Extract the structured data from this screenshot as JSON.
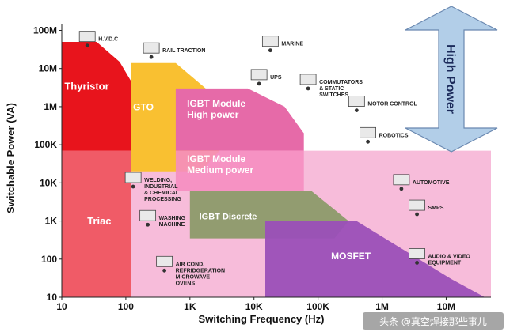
{
  "chart_data": {
    "type": "area",
    "xlabel": "Switching Frequency (Hz)",
    "ylabel": "Switchable Power (VA)",
    "x_scale": "log",
    "y_scale": "log",
    "xlim": [
      10,
      50000000
    ],
    "ylim": [
      10,
      150000000
    ],
    "x_ticks": [
      {
        "value": 10,
        "label": "10"
      },
      {
        "value": 100,
        "label": "100"
      },
      {
        "value": 1000,
        "label": "1K"
      },
      {
        "value": 10000,
        "label": "10K"
      },
      {
        "value": 100000,
        "label": "100K"
      },
      {
        "value": 1000000,
        "label": "1M"
      },
      {
        "value": 10000000,
        "label": "10M"
      }
    ],
    "y_ticks": [
      {
        "value": 10,
        "label": "10"
      },
      {
        "value": 100,
        "label": "100"
      },
      {
        "value": 1000,
        "label": "1K"
      },
      {
        "value": 10000,
        "label": "10K"
      },
      {
        "value": 100000,
        "label": "100K"
      },
      {
        "value": 1000000,
        "label": "1M"
      },
      {
        "value": 10000000,
        "label": "10M"
      },
      {
        "value": 100000000,
        "label": "100M"
      }
    ],
    "regions": [
      {
        "key": "low-power-band",
        "label": "",
        "color": "#f7b8d8",
        "opacity": 0.95,
        "polygon": [
          [
            10,
            10
          ],
          [
            50000000,
            10
          ],
          [
            50000000,
            70000
          ],
          [
            10,
            70000
          ]
        ]
      },
      {
        "key": "triac",
        "label": "Triac",
        "color": "#ee4a52",
        "opacity": 0.85,
        "label_at": [
          25,
          800
        ],
        "label_size": 13,
        "polygon": [
          [
            10,
            10
          ],
          [
            120,
            10
          ],
          [
            120,
            70000
          ],
          [
            10,
            70000
          ]
        ]
      },
      {
        "key": "thyristor",
        "label": "Thyristor",
        "color": "#e8141c",
        "opacity": 1,
        "label_at": [
          11,
          2800000
        ],
        "label_size": 13,
        "polygon": [
          [
            10,
            70000
          ],
          [
            10,
            50000000
          ],
          [
            35,
            50000000
          ],
          [
            80,
            15000000
          ],
          [
            150,
            2500000
          ],
          [
            140,
            70000
          ]
        ]
      },
      {
        "key": "gto",
        "label": "GTO",
        "color": "#f9c031",
        "opacity": 1,
        "label_at": [
          130,
          800000
        ],
        "label_size": 12,
        "polygon": [
          [
            120,
            14000000
          ],
          [
            600,
            14000000
          ],
          [
            2000,
            2500000
          ],
          [
            3500,
            500000
          ],
          [
            3500,
            100000
          ],
          [
            1500,
            20000
          ],
          [
            120,
            20000
          ]
        ]
      },
      {
        "key": "igbt-high",
        "label": "IGBT Module\nHigh power",
        "color": "#e66aa8",
        "opacity": 1,
        "label_at": [
          900,
          1000000
        ],
        "label_size": 12,
        "label_color": "#ffffff",
        "polygon": [
          [
            600,
            3000000
          ],
          [
            8000,
            3000000
          ],
          [
            30000,
            1000000
          ],
          [
            60000,
            200000
          ],
          [
            60000,
            70000
          ],
          [
            600,
            70000
          ]
        ]
      },
      {
        "key": "igbt-medium",
        "label": "IGBT Module\nMedium power",
        "color": "#f58dc0",
        "opacity": 0.9,
        "label_at": [
          900,
          35000
        ],
        "label_size": 12,
        "label_color": "#ffffff",
        "polygon": [
          [
            600,
            70000
          ],
          [
            60000,
            70000
          ],
          [
            60000,
            6000
          ],
          [
            600,
            6000
          ]
        ]
      },
      {
        "key": "igbt-discrete",
        "label": "IGBT Discrete",
        "color": "#8c9a6a",
        "opacity": 0.95,
        "label_at": [
          1400,
          1100
        ],
        "label_size": 11,
        "label_color": "#ffffff",
        "polygon": [
          [
            1000,
            6000
          ],
          [
            80000,
            6000
          ],
          [
            300000,
            1000
          ],
          [
            180000,
            350
          ],
          [
            1000,
            350
          ]
        ]
      },
      {
        "key": "mosfet",
        "label": "MOSFET",
        "color": "#9b4fb8",
        "opacity": 0.95,
        "label_at": [
          160000,
          100
        ],
        "label_size": 12,
        "label_color": "#ffffff",
        "polygon": [
          [
            15000,
            10
          ],
          [
            15000,
            1000
          ],
          [
            400000,
            1000
          ],
          [
            12000000,
            30
          ],
          [
            40000000,
            10
          ]
        ]
      }
    ],
    "applications": [
      {
        "key": "hvdc",
        "label": "H.V.D.C",
        "x": 25,
        "y": 40000000
      },
      {
        "key": "rail-traction",
        "label": "RAIL TRACTION",
        "x": 250,
        "y": 20000000
      },
      {
        "key": "marine",
        "label": "MARINE",
        "x": 18000,
        "y": 30000000
      },
      {
        "key": "ups",
        "label": "UPS",
        "x": 12000,
        "y": 4000000
      },
      {
        "key": "commutators",
        "label": "COMMUTATORS\n& STATIC\nSWITCHES",
        "x": 70000,
        "y": 3000000
      },
      {
        "key": "motor-control",
        "label": "MOTOR CONTROL",
        "x": 400000,
        "y": 800000
      },
      {
        "key": "robotics",
        "label": "ROBOTICS",
        "x": 600000,
        "y": 120000
      },
      {
        "key": "automotive",
        "label": "AUTOMOTIVE",
        "x": 2000000,
        "y": 7000
      },
      {
        "key": "welding",
        "label": "WELDING,\nINDUSTRIAL\n& CHEMICAL\nPROCESSING",
        "x": 130,
        "y": 8000
      },
      {
        "key": "washing",
        "label": "WASHING\nMACHINE",
        "x": 220,
        "y": 800
      },
      {
        "key": "smps",
        "label": "SMPS",
        "x": 3500000,
        "y": 1500
      },
      {
        "key": "air-cond",
        "label": "AIR COND.\nREFRIDGERATION\nMICROWAVE\nOVENS",
        "x": 400,
        "y": 50
      },
      {
        "key": "audio-video",
        "label": "AUDIO & VIDEO\nEQUIPMENT",
        "x": 3500000,
        "y": 80
      }
    ],
    "high_power_arrow": {
      "label": "High Power",
      "color": "#b2cee8",
      "stroke": "#6a88b0"
    },
    "watermark": "头条 @真空焊接那些事儿",
    "grid": false,
    "legend": "none"
  }
}
